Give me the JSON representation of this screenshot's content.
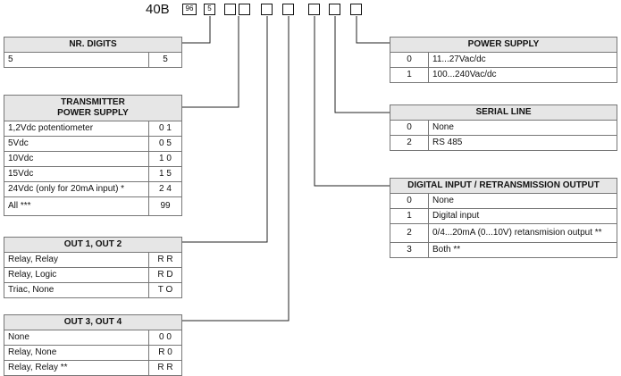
{
  "code": {
    "prefix": "40B",
    "box1": "96",
    "box2": "5"
  },
  "tables": {
    "nr_digits": {
      "title": "NR. DIGITS",
      "rows": [
        [
          "5",
          "5"
        ]
      ]
    },
    "transmitter": {
      "title_line1": "TRANSMITTER",
      "title_line2": "POWER SUPPLY",
      "rows": [
        [
          "1,2Vdc potentiometer",
          "0 1"
        ],
        [
          "5Vdc",
          "0 5"
        ],
        [
          "10Vdc",
          "1 0"
        ],
        [
          "15Vdc",
          "1 5"
        ],
        [
          "24Vdc (only for 20mA input) *",
          "2 4"
        ],
        [
          "All ***",
          "99"
        ]
      ]
    },
    "out12": {
      "title": "OUT 1, OUT 2",
      "rows": [
        [
          "Relay, Relay",
          "R R"
        ],
        [
          "Relay, Logic",
          "R D"
        ],
        [
          "Triac, None",
          "T O"
        ]
      ]
    },
    "out34": {
      "title": "OUT 3, OUT 4",
      "rows": [
        [
          "None",
          "0 0"
        ],
        [
          "Relay, None",
          "R 0"
        ],
        [
          "Relay, Relay  **",
          "R R"
        ]
      ]
    },
    "power": {
      "title": "POWER SUPPLY",
      "rows": [
        [
          "0",
          "11...27Vac/dc"
        ],
        [
          "1",
          "100...240Vac/dc"
        ]
      ]
    },
    "serial": {
      "title": "SERIAL LINE",
      "rows": [
        [
          "0",
          "None"
        ],
        [
          "2",
          "RS 485"
        ]
      ]
    },
    "digital": {
      "title": "DIGITAL INPUT / RETRANSMISSION OUTPUT",
      "rows": [
        [
          "0",
          "None"
        ],
        [
          "1",
          "Digital input"
        ],
        [
          "2",
          "0/4...20mA (0...10V) retansmision output **"
        ],
        [
          "3",
          "Both **"
        ]
      ]
    }
  }
}
